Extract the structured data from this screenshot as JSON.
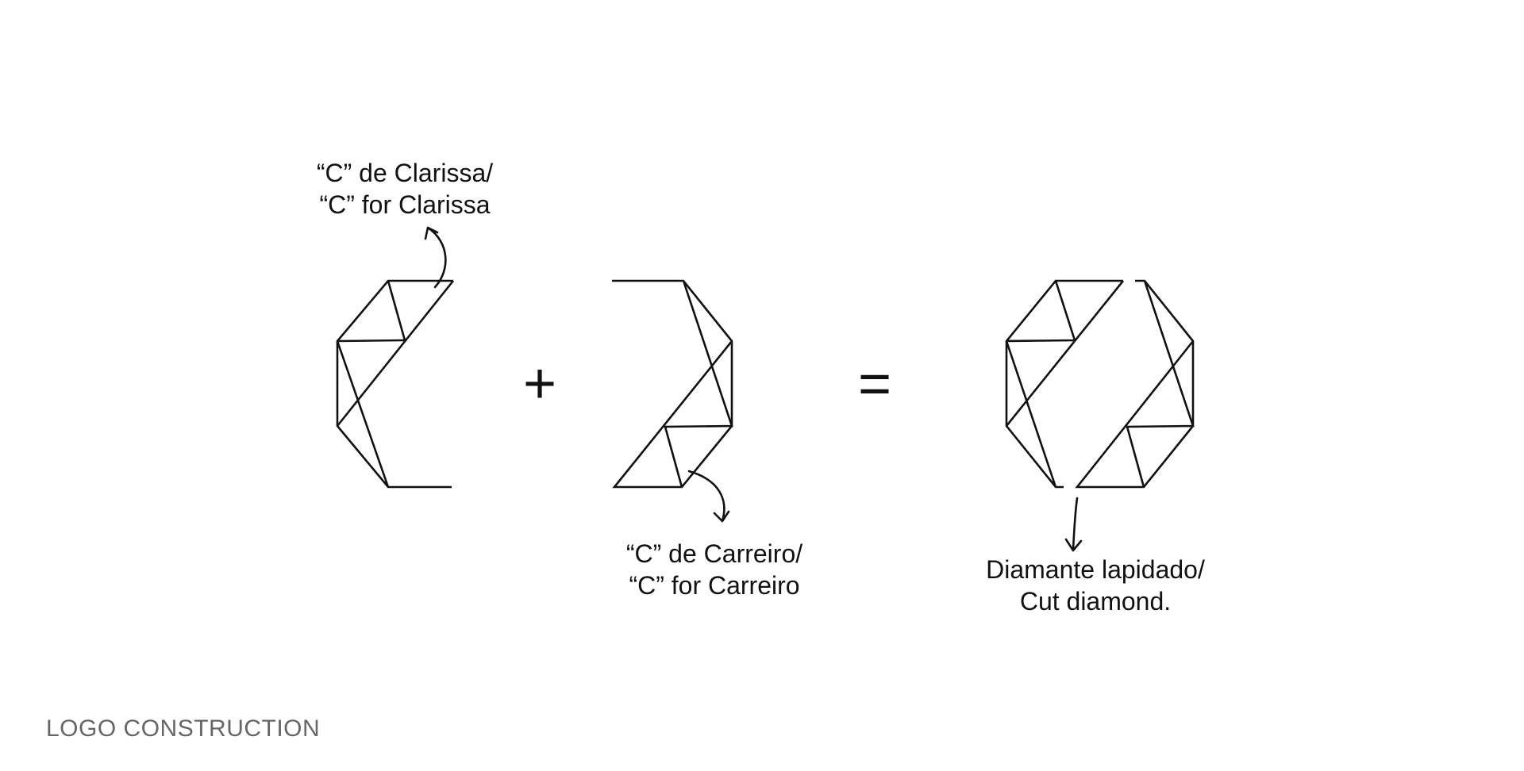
{
  "annotations": {
    "clarissa": {
      "line1": "“C” de Clarissa/",
      "line2": "“C” for Clarissa"
    },
    "carreiro": {
      "line1": "“C” de Carreiro/",
      "line2": "“C” for Carreiro"
    },
    "diamond": {
      "line1": "Diamante lapidado/",
      "line2": "Cut diamond."
    }
  },
  "operators": {
    "plus": "+",
    "equals": "="
  },
  "caption": "LOGO CONSTRUCTION",
  "colors": {
    "ink": "#111111",
    "caption": "#666666",
    "background": "#ffffff"
  }
}
